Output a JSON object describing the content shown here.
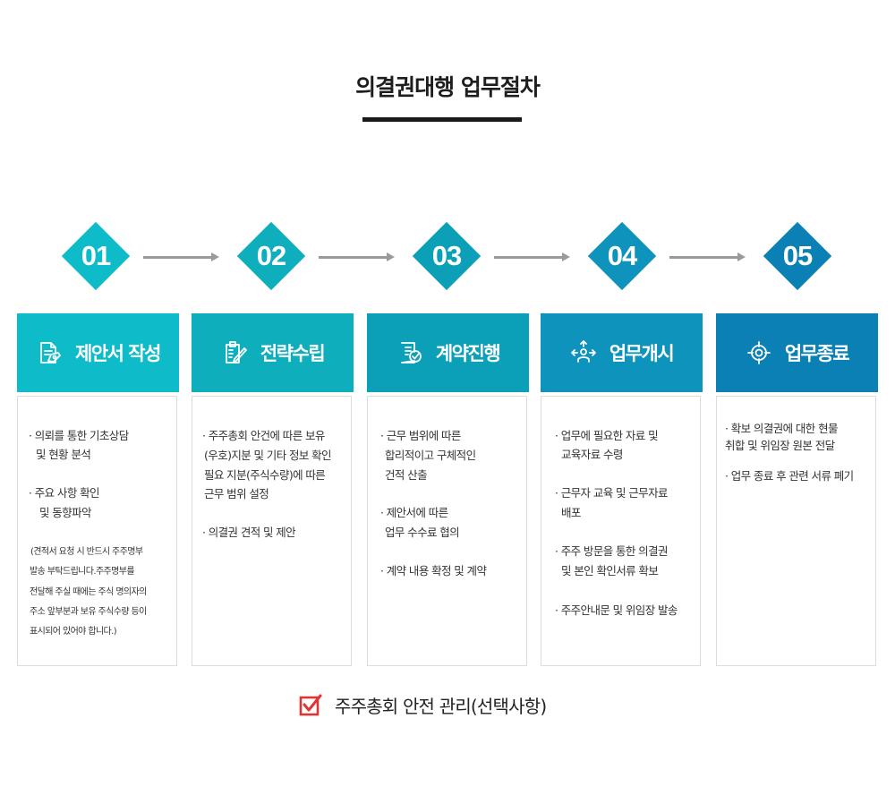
{
  "title": "의결권대행 업무절차",
  "colors": {
    "step1": "#0dbcc8",
    "step2": "#0eaebd",
    "step3": "#0c9fb8",
    "step4": "#0e93bd",
    "step5": "#0b80b5",
    "arrow": "#9a9a9a",
    "footer_check": "#e03333"
  },
  "steps": [
    {
      "num": "01",
      "label": "제안서 작성",
      "icon": "document-edit-icon",
      "lines": [
        "· 의뢰를 통한 기초상담",
        "  및 현황 분석",
        "· 주요 사항 확인",
        "  및 동향파악"
      ],
      "note": [
        "(견적서 요청 시 반드시 주주명부",
        "발송 부탁드립니다.주주명부를",
        "전달해 주실 때에는 주식 명의자의",
        "주소 앞부분과 보유 주식수량 등이",
        "표시되어 있어야 합니다.)"
      ]
    },
    {
      "num": "02",
      "label": "전략수립",
      "icon": "clipboard-pen-icon",
      "lines": [
        "· 주주총회 안건에 따른  보유",
        "(우호)지분 및 기타 정보 확인",
        "필요 지분(주식수량)에 따른",
        "근무 범위 설정",
        "· 의결권 견적 및 제안"
      ]
    },
    {
      "num": "03",
      "label": "계약진행",
      "icon": "contract-check-icon",
      "lines": [
        "· 근무 범위에 따른",
        "합리적이고 구체적인",
        "건적 산출",
        "· 제안서에 따른",
        "업무 수수료 협의",
        "· 계약 내용 확정 및 계약"
      ]
    },
    {
      "num": "04",
      "label": "업무개시",
      "icon": "person-arrows-icon",
      "lines": [
        "· 업무에 필요한 자료 및",
        "교육자료 수령",
        "· 근무자 교육 및 근무자료",
        "배포",
        "· 주주 방문을 통한 의결권",
        "및 본인 확인서류 확보",
        "· 주주안내문 및 위임장 발송"
      ]
    },
    {
      "num": "05",
      "label": "업무종료",
      "icon": "target-icon",
      "lines": [
        "· 확보 의결권에 대한 현물",
        "  취합  및  위임장 원본 전달",
        "· 업무 종료 후 관련 서류 폐기"
      ]
    }
  ],
  "footer": {
    "icon": "checkbox-icon",
    "text": "주주총회 안전 관리(선택사항)"
  }
}
